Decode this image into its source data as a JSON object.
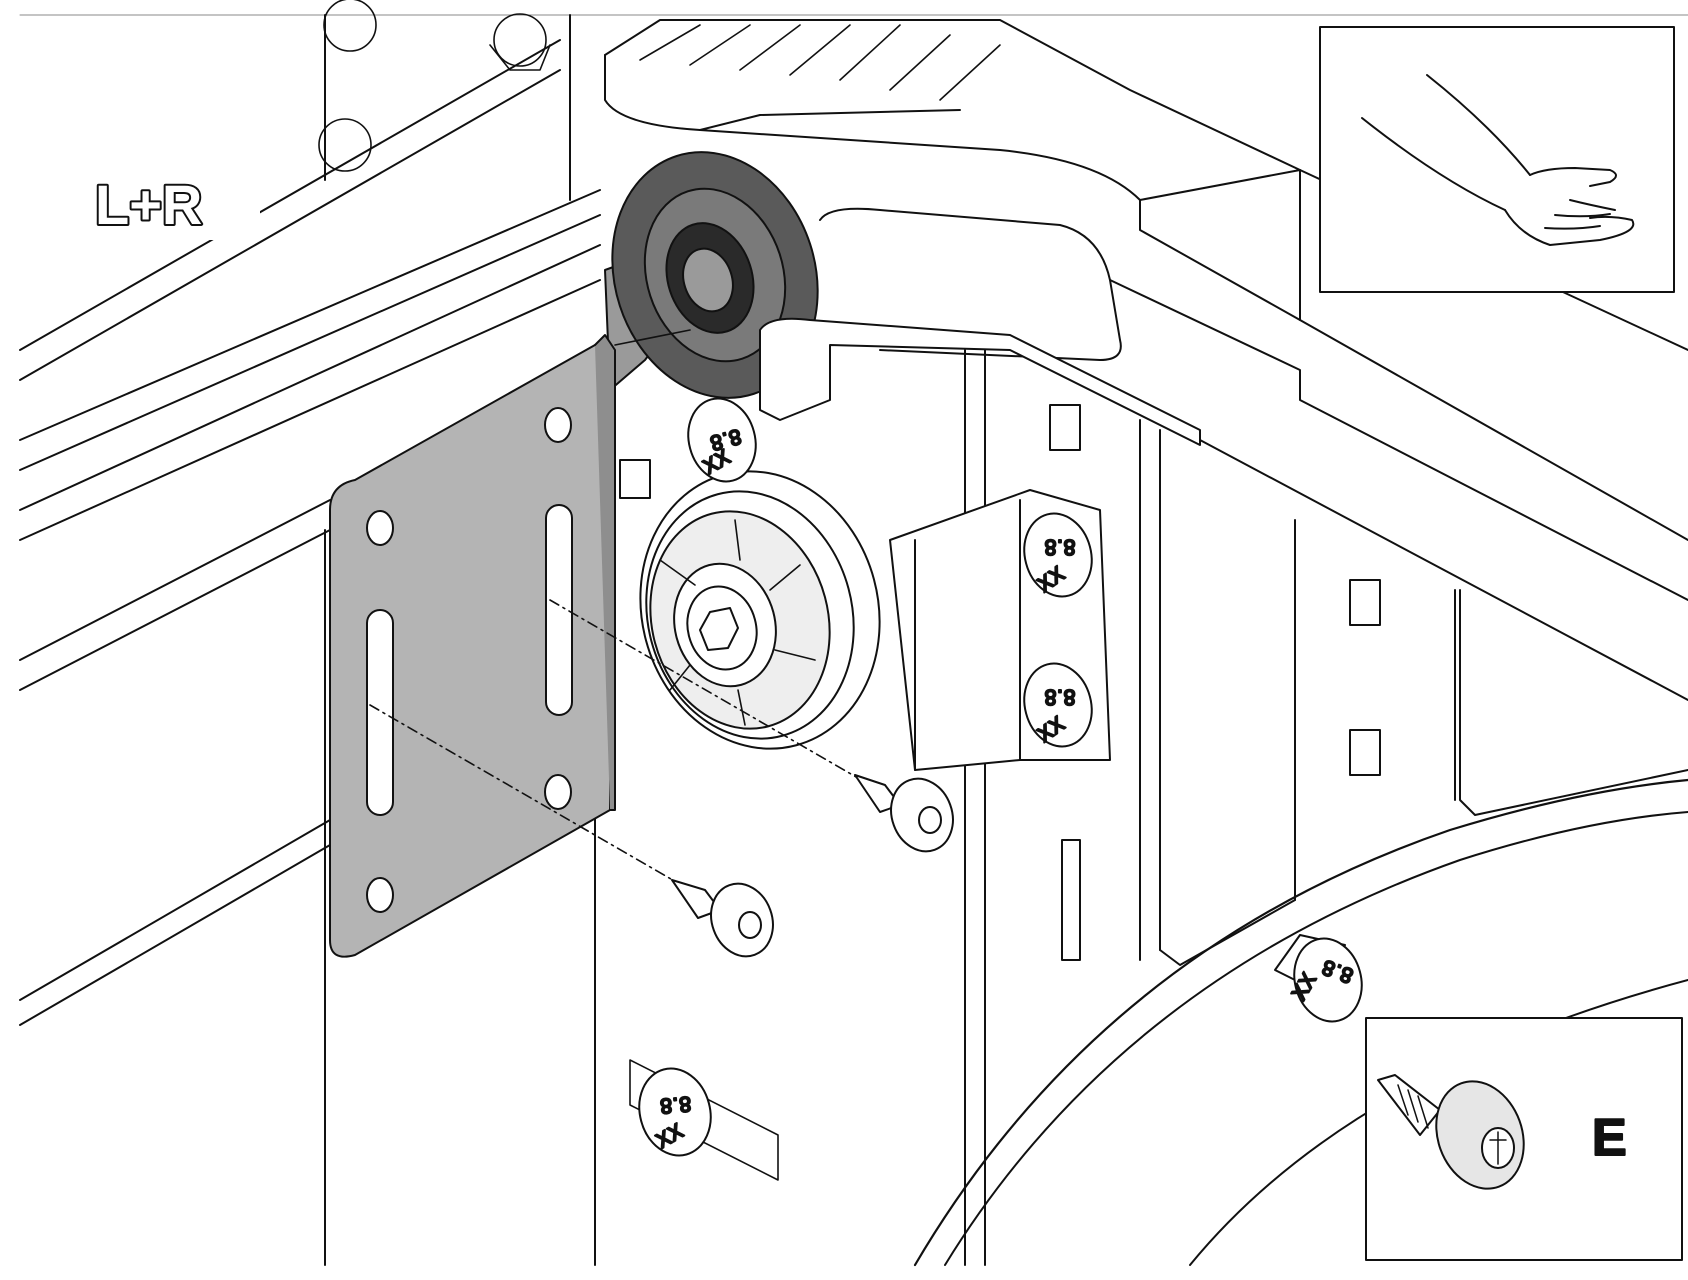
{
  "labels": {
    "side_indicator": "L+R",
    "part_code": "E"
  },
  "bolt_markings": {
    "grade": "8.8",
    "maker": "XX"
  },
  "colors": {
    "line": "#111111",
    "plate": "#b4b4b4",
    "roller_dark": "#5a5a5a",
    "shaft": "#9a9a9a",
    "background": "#ffffff"
  }
}
